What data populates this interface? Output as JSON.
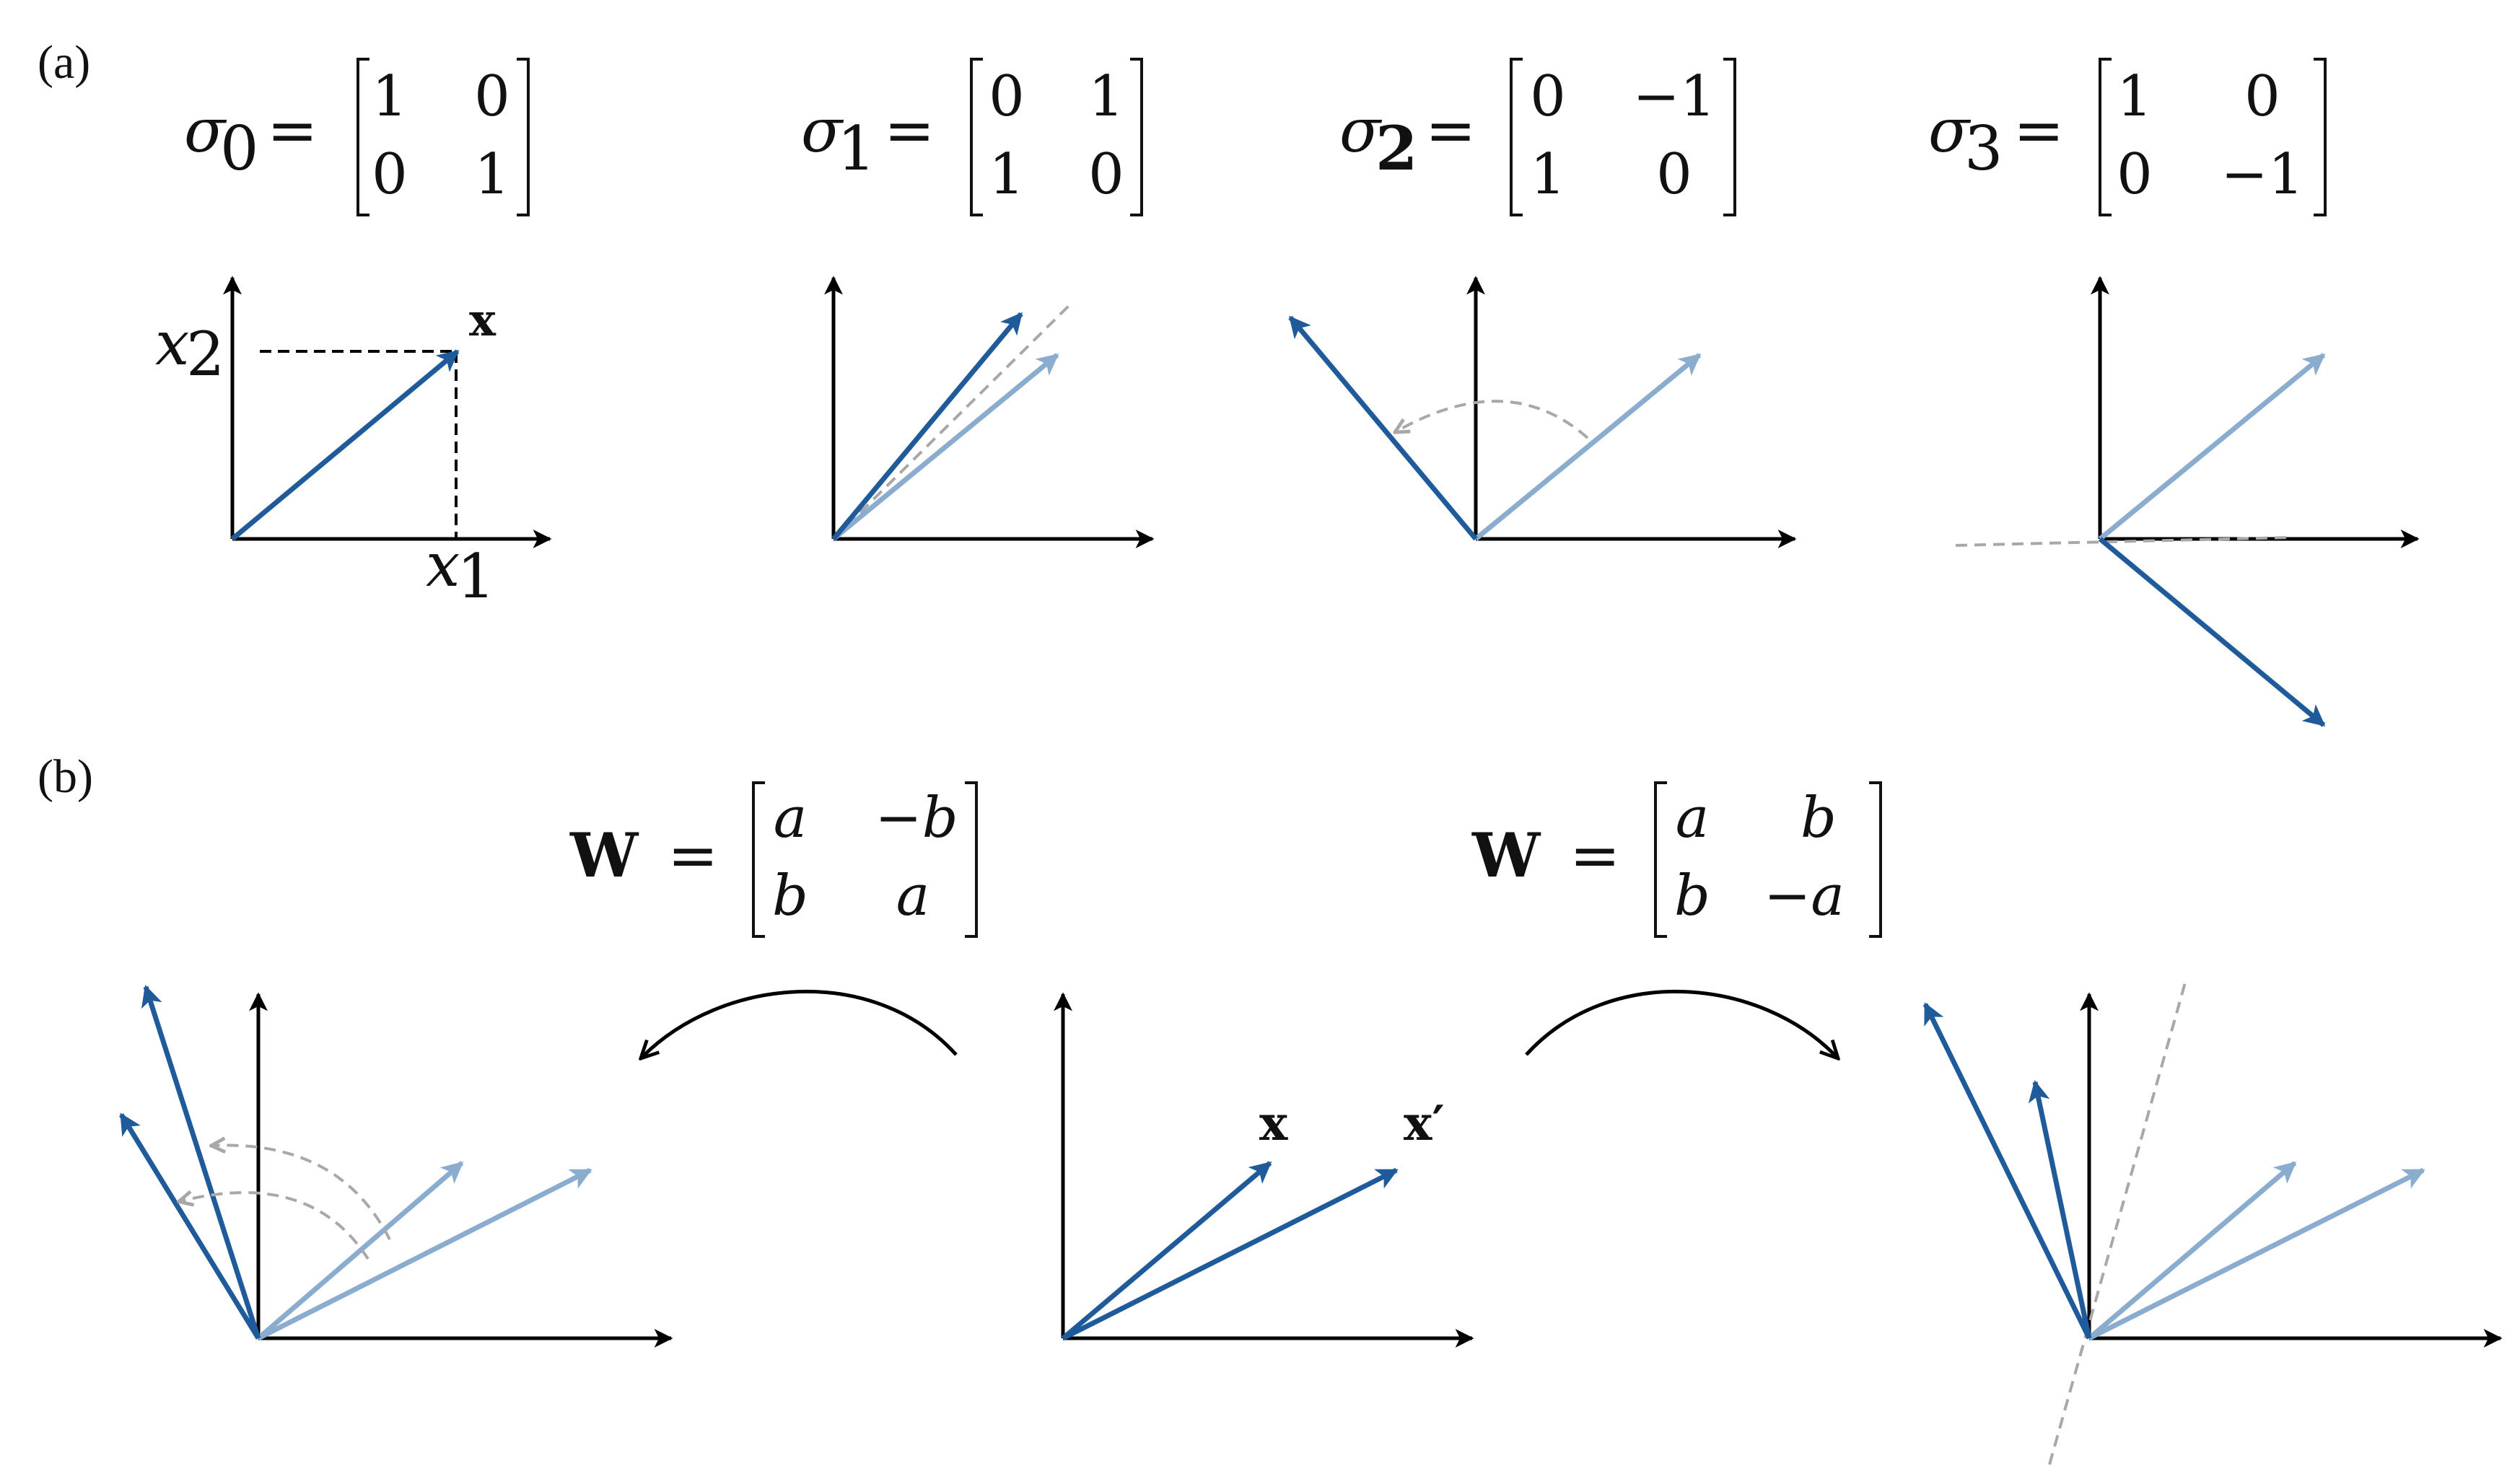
{
  "panels": {
    "a": {
      "label": "(a)",
      "matrices": [
        {
          "lhs": "σ",
          "sub": "0",
          "rows": [
            [
              "1",
              "0"
            ],
            [
              "0",
              "1"
            ]
          ]
        },
        {
          "lhs": "σ",
          "sub": "1",
          "rows": [
            [
              "0",
              "1"
            ],
            [
              "1",
              "0"
            ]
          ]
        },
        {
          "lhs": "σ",
          "sub": "2",
          "rows": [
            [
              "0",
              "−1"
            ],
            [
              "1",
              "0"
            ]
          ]
        },
        {
          "lhs": "σ",
          "sub": "3",
          "rows": [
            [
              "1",
              "0"
            ],
            [
              "0",
              "−1"
            ]
          ]
        }
      ],
      "first_plot": {
        "vector_label": "x",
        "x1": "x",
        "x1_sub": "1",
        "x2": "x",
        "x2_sub": "2"
      }
    },
    "b": {
      "label": "(b)",
      "matrices": [
        {
          "lhs": "W",
          "rows": [
            [
              "a",
              "−b"
            ],
            [
              "b",
              "a"
            ]
          ]
        },
        {
          "lhs": "W",
          "rows": [
            [
              "a",
              "b"
            ],
            [
              "b",
              "−a"
            ]
          ]
        }
      ],
      "center_plot": {
        "vector_label_1": "x",
        "vector_label_2": "x′"
      }
    }
  },
  "colors": {
    "dark_blue": "#1f5b9a",
    "light_blue": "#8aaccf",
    "gray_dashed": "#a8a8a8",
    "axis": "#000000"
  }
}
